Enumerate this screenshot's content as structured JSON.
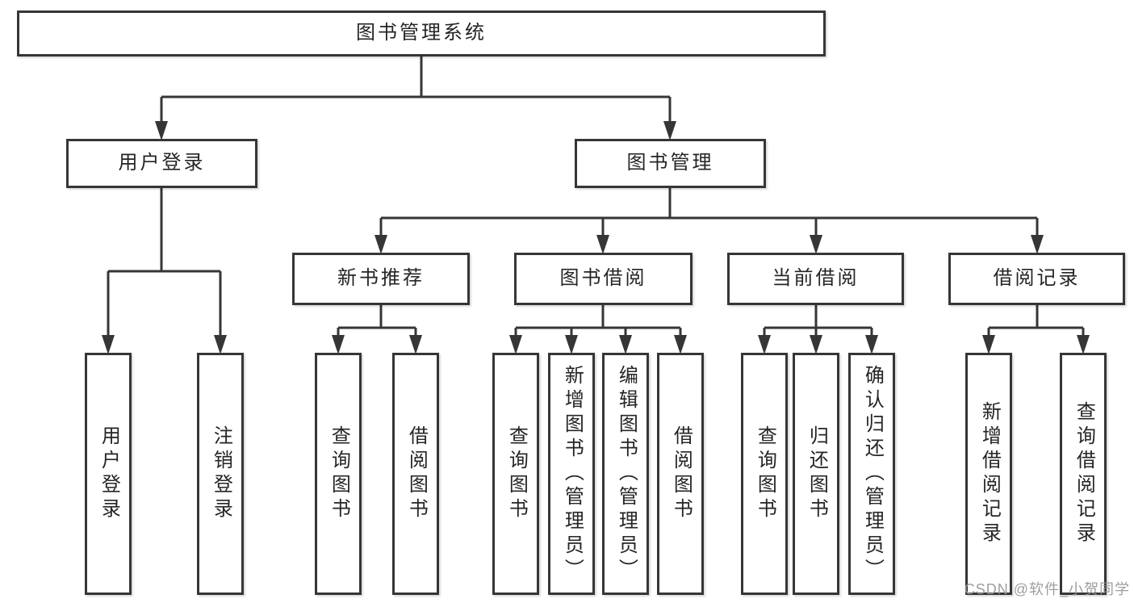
{
  "colors": {
    "background": "#ffffff",
    "box_border": "#363636",
    "connector_line": "#363636",
    "node_text": "#252525",
    "watermark_text": "#969696"
  },
  "tree": {
    "label": "图书管理系统",
    "children": [
      {
        "label": "用户登录",
        "children": [
          {
            "label": "用户登录"
          },
          {
            "label": "注销登录"
          }
        ]
      },
      {
        "label": "图书管理",
        "children": [
          {
            "label": "新书推荐",
            "children": [
              {
                "label": "查询图书"
              },
              {
                "label": "借阅图书"
              }
            ]
          },
          {
            "label": "图书借阅",
            "children": [
              {
                "label": "查询图书"
              },
              {
                "label": "新增图书（管理员）"
              },
              {
                "label": "编辑图书（管理员）"
              },
              {
                "label": "借阅图书"
              }
            ]
          },
          {
            "label": "当前借阅",
            "children": [
              {
                "label": "查询图书"
              },
              {
                "label": "归还图书"
              },
              {
                "label": "确认归还（管理员）"
              }
            ]
          },
          {
            "label": "借阅记录",
            "children": [
              {
                "label": "新增借阅记录"
              },
              {
                "label": "查询借阅记录"
              }
            ]
          }
        ]
      }
    ]
  },
  "watermark": {
    "text": "CSDN @软件_小贺同学"
  }
}
